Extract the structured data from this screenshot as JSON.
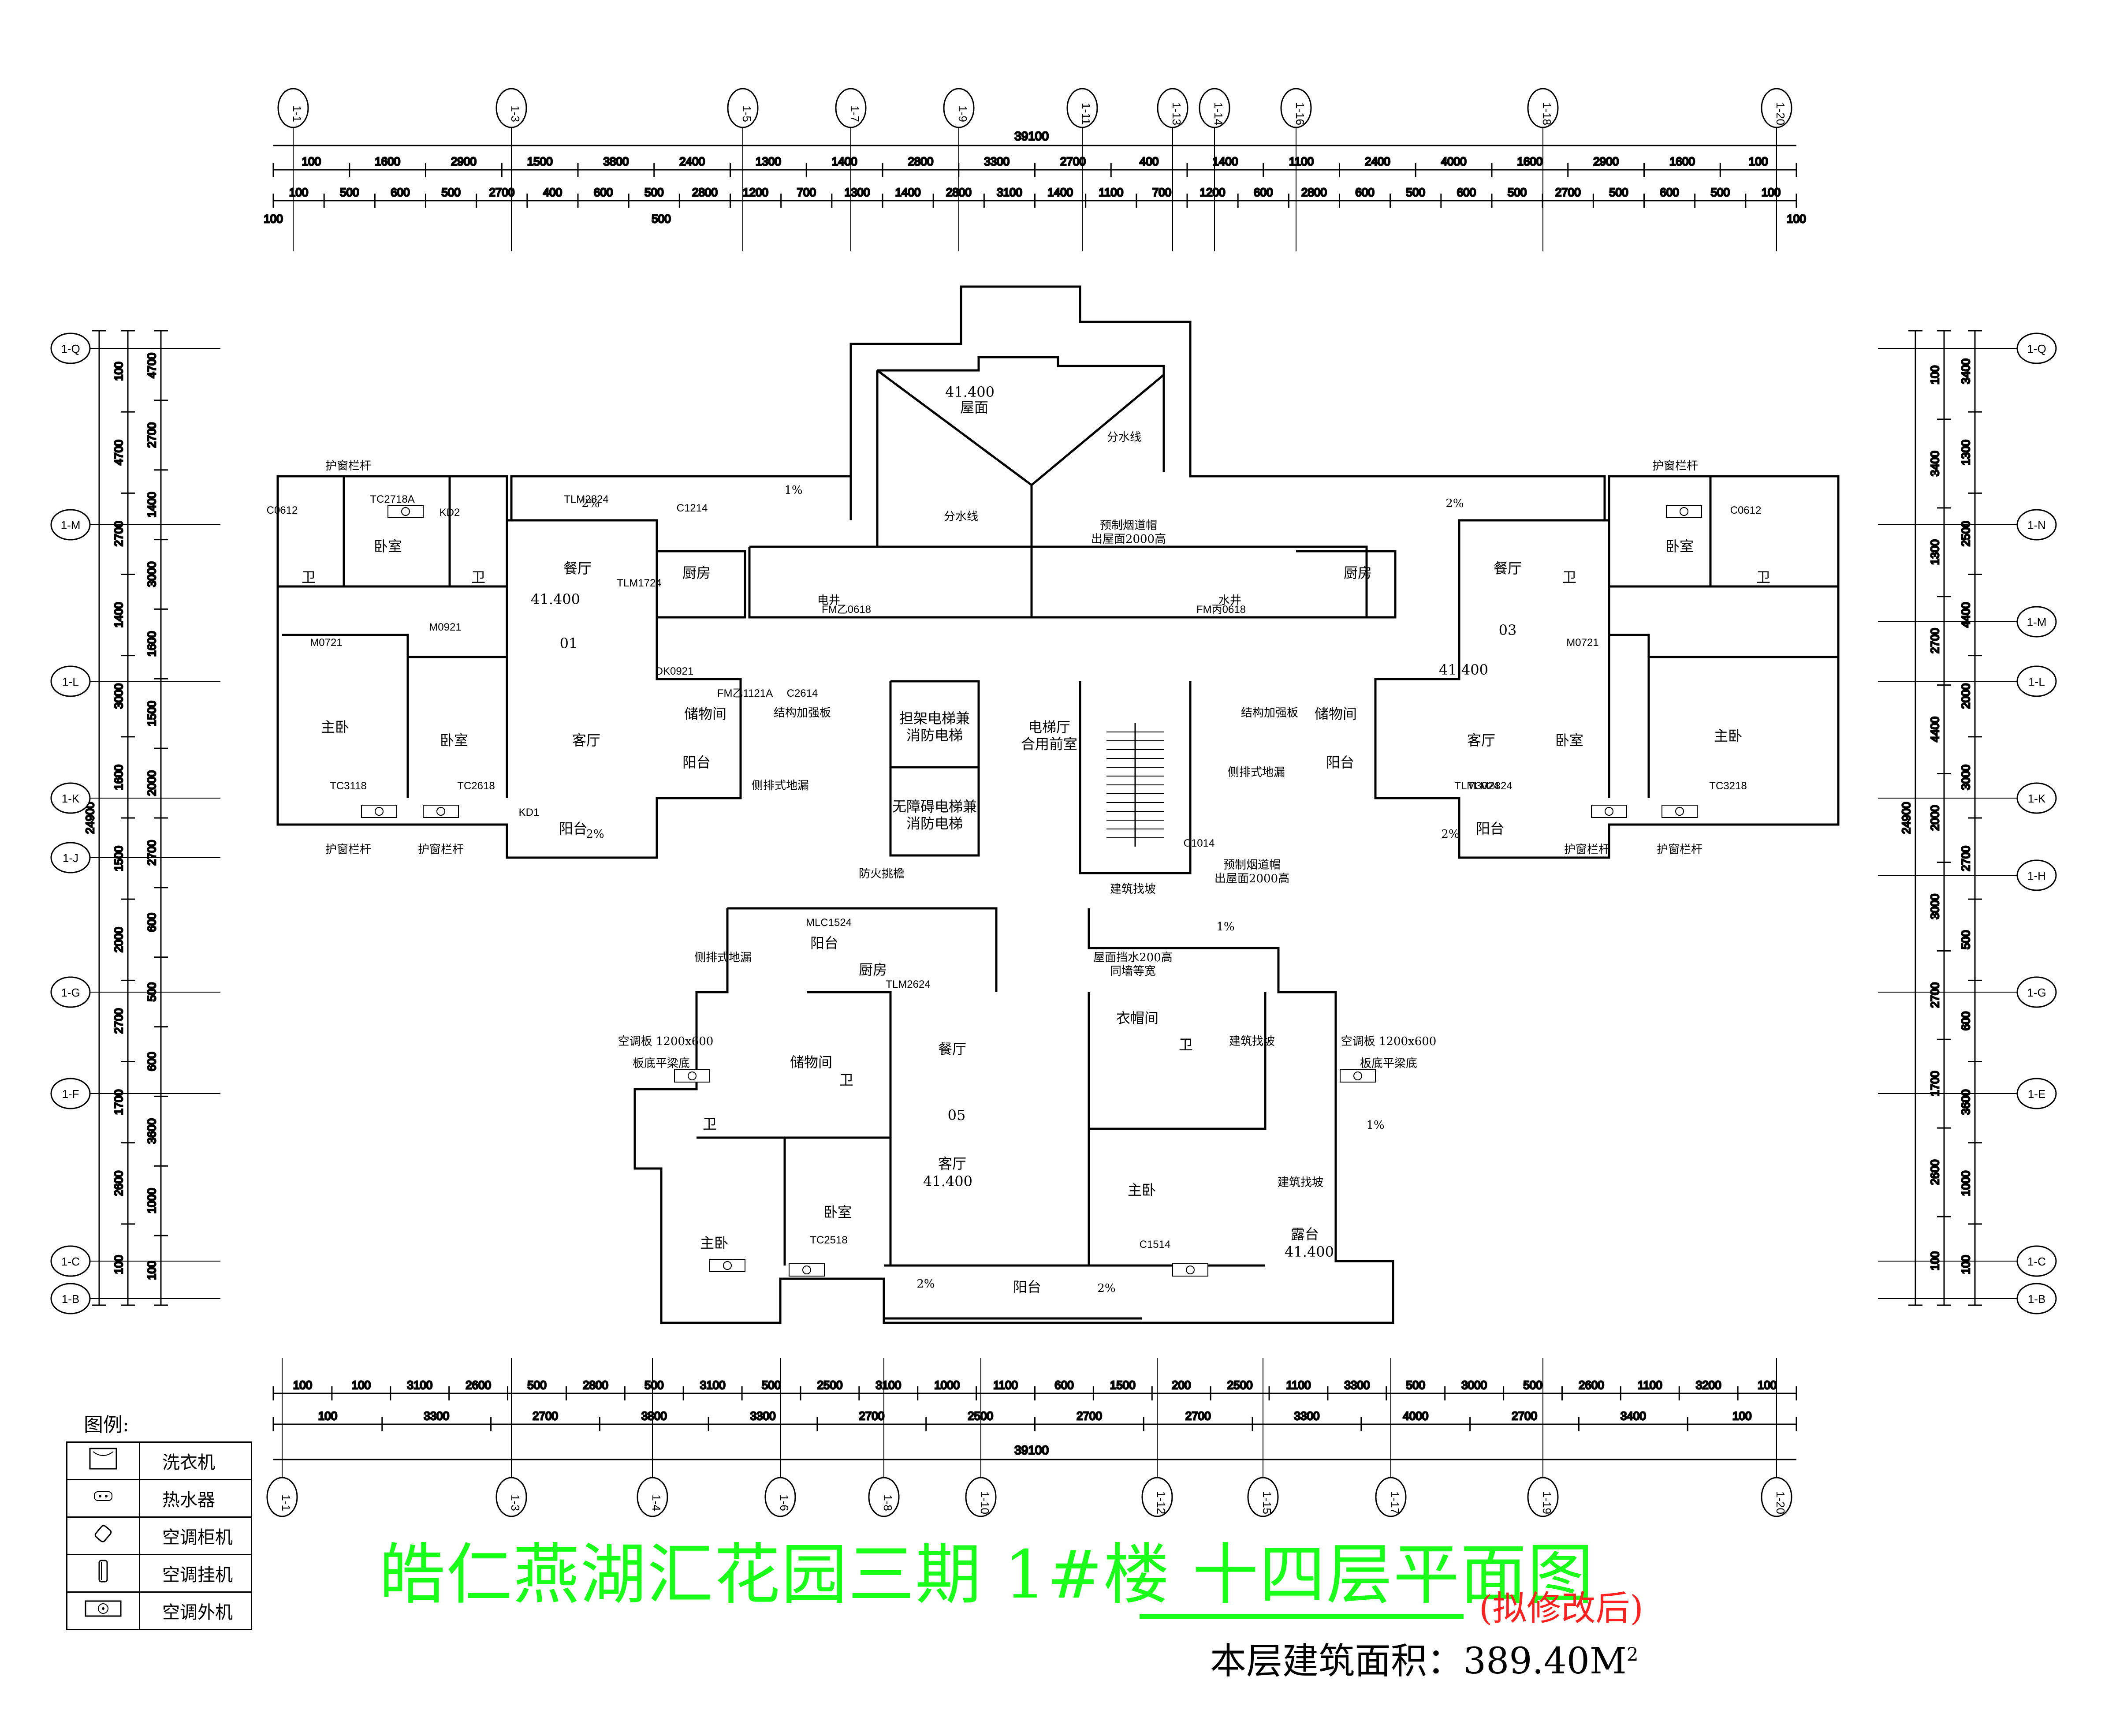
{
  "title": {
    "project": "皓仁燕湖汇花园三期 1#楼",
    "floor": "十四层平面图",
    "note": "(拟修改后)",
    "area_label": "本层建筑面积：389.40M",
    "area_sup": "2"
  },
  "legend": {
    "heading": "图例:",
    "items": [
      {
        "icon": "washing-machine-icon",
        "label": "洗衣机"
      },
      {
        "icon": "water-heater-icon",
        "label": "热水器"
      },
      {
        "icon": "floor-ac-icon",
        "label": "空调柜机"
      },
      {
        "icon": "wall-ac-icon",
        "label": "空调挂机"
      },
      {
        "icon": "ac-outdoor-unit-icon",
        "label": "空调外机"
      }
    ]
  },
  "axes_top": [
    "1-1",
    "1-3",
    "1-5",
    "1-7",
    "1-9",
    "1-11",
    "1-13",
    "1-14",
    "1-16",
    "1-18",
    "1-20"
  ],
  "axes_bottom": [
    "1-1",
    "1-3",
    "1-4",
    "1-6",
    "1-8",
    "1-10",
    "1-12",
    "1-15",
    "1-17",
    "1-19",
    "1-20"
  ],
  "axes_left": [
    "1-Q",
    "1-M",
    "1-L",
    "1-K",
    "1-J",
    "1-G",
    "1-F",
    "1-C",
    "1-B"
  ],
  "axes_right": [
    "1-Q",
    "1-N",
    "1-M",
    "1-L",
    "1-K",
    "1-H",
    "1-G",
    "1-E",
    "1-C",
    "1-B"
  ],
  "dims": {
    "total_top": "39100",
    "top_row1": [
      "100",
      "1600",
      "2900",
      "1500",
      "3800",
      "2400",
      "1300",
      "1400",
      "2800",
      "3300",
      "2700",
      "400",
      "1400",
      "1100",
      "2400",
      "4000",
      "1600",
      "2900",
      "1600",
      "100"
    ],
    "top_row2": [
      "100",
      "500",
      "600",
      "500",
      "2700",
      "400",
      "600",
      "500",
      "2800",
      "1200",
      "700",
      "1300",
      "1400",
      "2800",
      "3100",
      "1400",
      "1100",
      "700",
      "1200",
      "600",
      "2800",
      "600",
      "500",
      "600",
      "500",
      "2700",
      "500",
      "600",
      "500",
      "100"
    ],
    "top_row2b": [
      "100",
      "500",
      "100"
    ],
    "bottom_row1": [
      "100",
      "100",
      "3100",
      "2600",
      "500",
      "2800",
      "500",
      "3100",
      "500",
      "2500",
      "3100",
      "1000",
      "1100",
      "600",
      "1500",
      "200",
      "2500",
      "1100",
      "3300",
      "500",
      "3000",
      "500",
      "2600",
      "1100",
      "3200",
      "100"
    ],
    "bottom_row2": [
      "100",
      "3300",
      "2700",
      "3800",
      "3300",
      "2700",
      "2500",
      "2700",
      "2700",
      "3300",
      "4000",
      "2700",
      "3400",
      "100"
    ],
    "total_bottom": "39100",
    "left_outer": [
      "100",
      "4700",
      "2700",
      "1400",
      "3000",
      "1600",
      "1500",
      "2000",
      "2700",
      "1700",
      "2600",
      "100"
    ],
    "left_inner": [
      "4700",
      "2700",
      "1400",
      "3000",
      "1600",
      "1500",
      "2000",
      "2700",
      "600",
      "500",
      "600",
      "3600",
      "1000",
      "100"
    ],
    "left_total": "24900",
    "right_outer": [
      "100",
      "3400",
      "1300",
      "2700",
      "4400",
      "2000",
      "3000",
      "2700",
      "1700",
      "2600",
      "100"
    ],
    "right_inner": [
      "3400",
      "1300",
      "2500",
      "4400",
      "2000",
      "3000",
      "2700",
      "500",
      "600",
      "3600",
      "1000",
      "100"
    ],
    "right_total": "24900"
  },
  "rooms": {
    "unit1": "01",
    "unit3": "03",
    "unit5": "05",
    "bedroom": "卧室",
    "master": "主卧",
    "bath": "卫",
    "dining": "餐厅",
    "living": "客厅",
    "kitchen": "厨房",
    "balcony": "阳台",
    "storage": "储物间",
    "cloak": "衣帽间",
    "lobby": "电梯厅\n合用前室",
    "elevator1": "担架电梯兼\n消防电梯",
    "elevator2": "无障碍电梯兼\n消防电梯",
    "roof": "屋面",
    "terrace": "露台",
    "elev_level": "41.400"
  },
  "labels": {
    "guard": "护窗栏杆",
    "slope": "建筑找坡",
    "divide": "分水线",
    "struct": "结构加强板",
    "drain": "侧排式地漏",
    "fire": "防火挑檐",
    "chimney": "预制烟道帽\n出屋面2000高",
    "parapet": "屋面挡水200高\n同墙等宽",
    "shaft_e": "电井",
    "shaft_w": "水井",
    "ac_slab": "空调板",
    "ac_size": "1200x600",
    "ac_note": "板底平梁底",
    "pct2": "2%",
    "pct1": "1%"
  },
  "codes": [
    "C0612",
    "TC2718A",
    "KD2",
    "TLM2824",
    "C1214",
    "TLM1724",
    "M0721",
    "M0921",
    "DK0921",
    "FM乙1121A",
    "C2614",
    "TC3118",
    "TC2618",
    "KD1",
    "TLM2824",
    "C1014",
    "MLC1524",
    "TLM2624",
    "TC2518",
    "C1514",
    "FM乙0618",
    "FM丙0618",
    "TLM3024",
    "TC3218",
    "M0721",
    "C0612"
  ]
}
